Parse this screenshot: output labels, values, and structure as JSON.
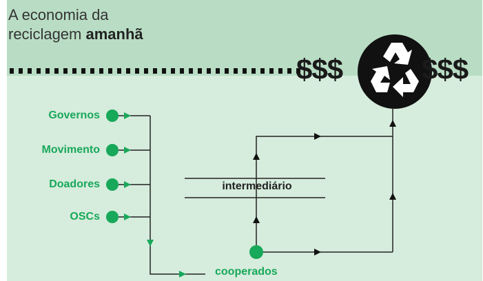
{
  "title": {
    "line1": "A economia da",
    "line2_prefix": "reciclagem ",
    "line2_bold": "amanhã"
  },
  "money_left": "$$$",
  "money_right": "$$$",
  "sources": [
    "Governos",
    "Movimento",
    "Doadores",
    "OSCs"
  ],
  "intermediary_label": "intermediário",
  "cooperatives_label": "cooperados",
  "recycle_icon": "recycle-icon",
  "colors": {
    "header_bg": "#b9ddc4",
    "body_bg": "#d6ecdc",
    "accent_green": "#18a85a",
    "line": "#222222"
  }
}
